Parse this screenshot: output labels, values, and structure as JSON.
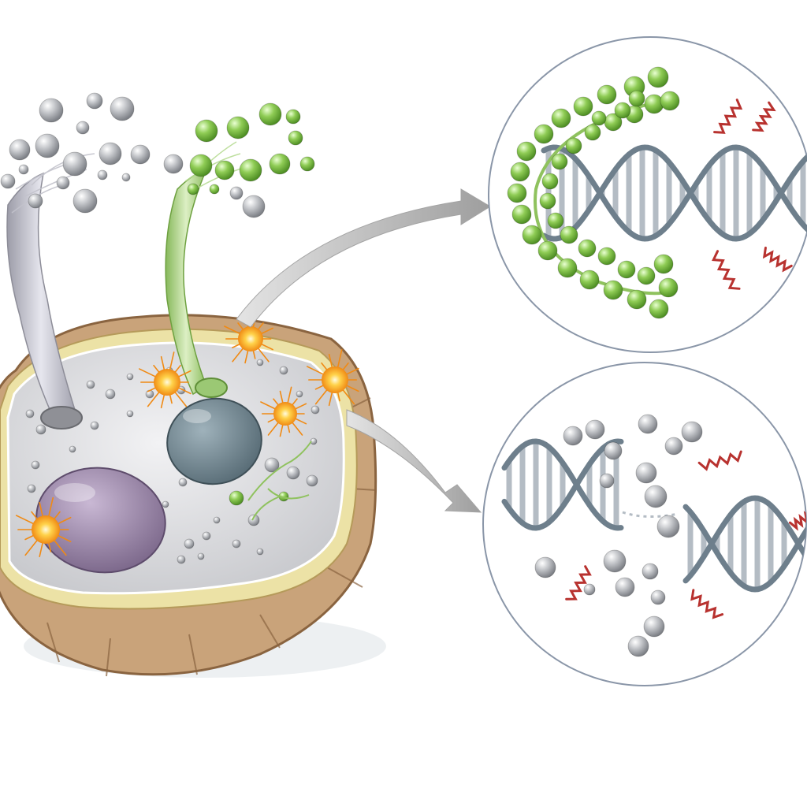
{
  "colors": {
    "background": "#ffffff",
    "cell_wall": "#c9a37a",
    "cell_wall_dark": "#8a6440",
    "membrane": "#e8dc9a",
    "cytoplasm": "#d9dadd",
    "nucleus_purple": "#9a86a8",
    "organelle_blue": "#6f8590",
    "particle_gray": "#a8abb0",
    "particle_green": "#7fc24a",
    "stream_gray": "#b9b9c2",
    "stream_green": "#9fca6e",
    "burst": "#f5a623",
    "dna_backbone": "#6e7f8c",
    "dna_rungs": "#b4bcc4",
    "damage_red": "#b8322f",
    "arrow": "#b4b4b4",
    "circle_outline": "#8a96a8"
  },
  "icons": {
    "cell": "plant-cell-icon",
    "burst": "spark-burst-icon",
    "dna": "dna-helix-icon",
    "damage": "damage-mark-icon",
    "arrow": "curved-arrow-icon",
    "particle": "particle-sphere-icon"
  },
  "panels": {
    "top": {
      "particles": "green",
      "dna_state": "protected"
    },
    "bottom": {
      "particles": "gray",
      "dna_state": "broken"
    }
  }
}
